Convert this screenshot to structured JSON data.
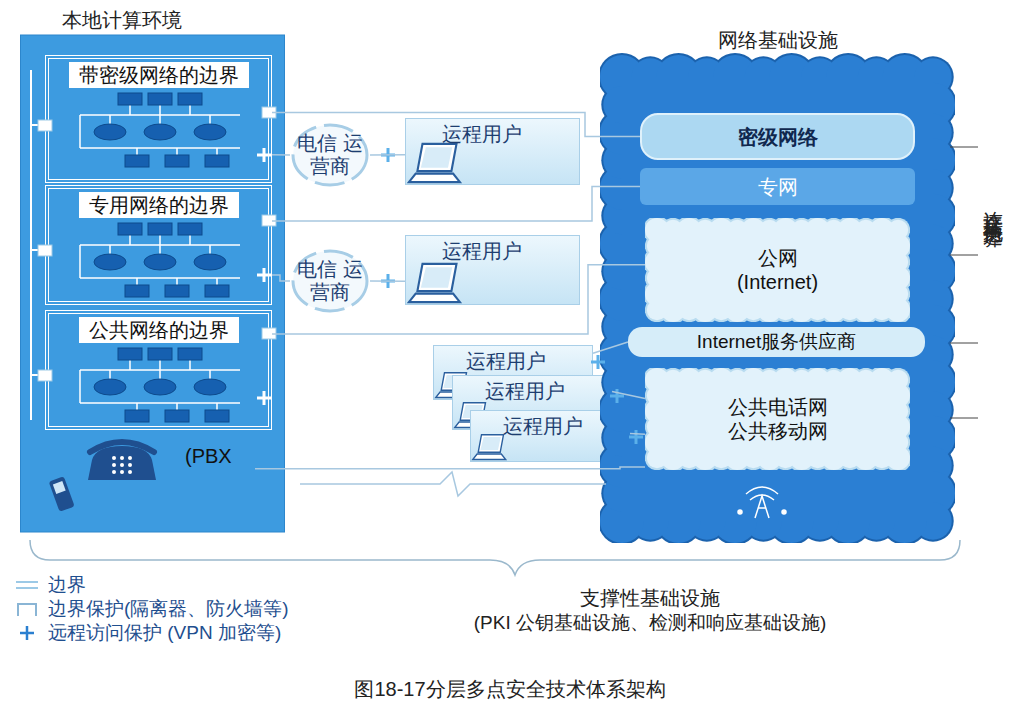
{
  "diagram": {
    "caption": "图18-17分层多点安全技术体系架构",
    "nodes": [
      {
        "text": [
          "本地计算环境"
        ]
      },
      {
        "text": [
          "带密级网络的边界"
        ],
        "in": 0
      },
      {
        "text": [
          "专用网络的边界"
        ],
        "in": 0
      },
      {
        "text": [
          "公共网络的边界"
        ],
        "in": 0
      },
      {
        "text": [
          "(PBX"
        ],
        "in": 0
      },
      {
        "text": [
          "电信 运营商"
        ]
      },
      {
        "text": [
          "运程用户"
        ]
      },
      {
        "text": [
          "电信 运营商"
        ]
      },
      {
        "text": [
          "运程用户"
        ]
      },
      {
        "text": [
          "运程用户"
        ]
      },
      {
        "text": [
          "运程用户"
        ]
      },
      {
        "text": [
          "运程用户"
        ]
      },
      {
        "text": [
          "网络基础设施"
        ]
      },
      {
        "text": [
          "密级网络"
        ],
        "in": 12
      },
      {
        "text": [
          "专网"
        ],
        "in": 12
      },
      {
        "text": [
          "公网 (Internet)"
        ],
        "in": 12
      },
      {
        "text": [
          "Internet服务供应商"
        ],
        "in": 12
      },
      {
        "text": [
          "公共电话网 公共移动网"
        ],
        "in": 12
      }
    ],
    "edges": [
      {
        "from": 1,
        "to": 13,
        "arrow": "none"
      },
      {
        "from": 1,
        "to": 5,
        "arrow": "none"
      },
      {
        "from": 5,
        "to": 6,
        "arrow": "none"
      },
      {
        "from": 2,
        "to": 14,
        "arrow": "none"
      },
      {
        "from": 2,
        "to": 7,
        "arrow": "none"
      },
      {
        "from": 7,
        "to": 8,
        "arrow": "none"
      },
      {
        "from": 3,
        "to": 15,
        "arrow": "none"
      },
      {
        "from": 9,
        "to": 16,
        "arrow": "none"
      },
      {
        "from": 10,
        "to": 17,
        "arrow": "none"
      },
      {
        "from": 11,
        "to": 17,
        "arrow": "none"
      },
      {
        "from": 4,
        "to": 17,
        "arrow": "none"
      }
    ],
    "labels": [
      "连接至其他边界",
      "支撑性基础设施",
      "(PKI 公钥基础设施、检测和响应基础设施)"
    ],
    "legend": [
      {
        "text": "边界"
      },
      {
        "text": "边界保护(隔离器、防火墙等)"
      },
      {
        "text": "远程访问保护 (VPN 加密等)"
      }
    ]
  }
}
